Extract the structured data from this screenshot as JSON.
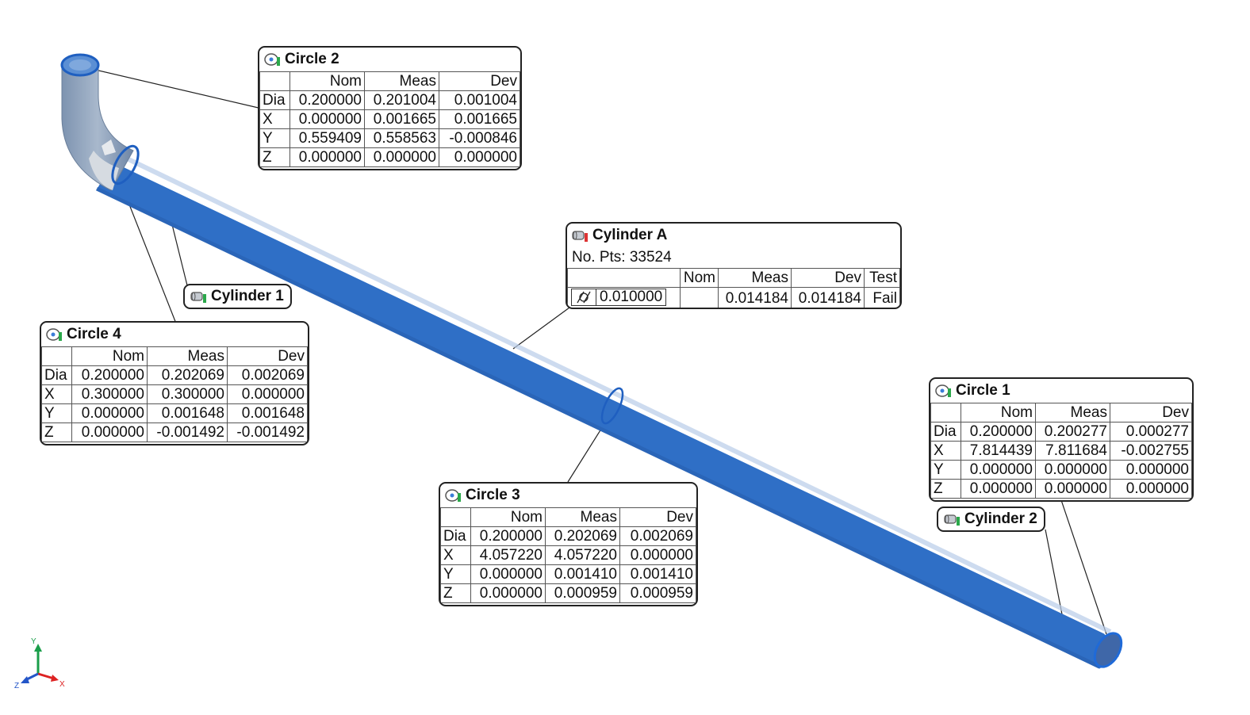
{
  "colors": {
    "pipe": "#5b8fd4",
    "pipe_dark": "#2f6fc6",
    "pipe_light": "#a9c3e4",
    "bare": "#c8cdd3",
    "axis_x": "#d22",
    "axis_y": "#1a9e4a",
    "axis_z": "#2456c8"
  },
  "circle2": {
    "title": "Circle 2",
    "icon": "circle-feature-icon",
    "headers": [
      "",
      "Nom",
      "Meas",
      "Dev"
    ],
    "rows": [
      [
        "Dia",
        "0.200000",
        "0.201004",
        "0.001004"
      ],
      [
        "X",
        "0.000000",
        "0.001665",
        "0.001665"
      ],
      [
        "Y",
        "0.559409",
        "0.558563",
        "-0.000846"
      ],
      [
        "Z",
        "0.000000",
        "0.000000",
        "0.000000"
      ]
    ]
  },
  "cylinderA": {
    "title": "Cylinder A",
    "icon": "cylinder-feature-icon",
    "points": "No. Pts: 33524",
    "headers": [
      "",
      "Nom",
      "Meas",
      "Dev",
      "Test"
    ],
    "fcf_symbol": "cylindricity-icon",
    "row": [
      "0.010000",
      "",
      "0.014184",
      "0.014184",
      "Fail"
    ]
  },
  "cylinder1": {
    "title": "Cylinder 1",
    "icon": "cylinder-feature-icon"
  },
  "cylinder2": {
    "title": "Cylinder 2",
    "icon": "cylinder-feature-icon"
  },
  "circle4": {
    "title": "Circle 4",
    "icon": "circle-feature-icon",
    "headers": [
      "",
      "Nom",
      "Meas",
      "Dev"
    ],
    "rows": [
      [
        "Dia",
        "0.200000",
        "0.202069",
        "0.002069"
      ],
      [
        "X",
        "0.300000",
        "0.300000",
        "0.000000"
      ],
      [
        "Y",
        "0.000000",
        "0.001648",
        "0.001648"
      ],
      [
        "Z",
        "0.000000",
        "-0.001492",
        "-0.001492"
      ]
    ]
  },
  "circle1": {
    "title": "Circle 1",
    "icon": "circle-feature-icon",
    "headers": [
      "",
      "Nom",
      "Meas",
      "Dev"
    ],
    "rows": [
      [
        "Dia",
        "0.200000",
        "0.200277",
        "0.000277"
      ],
      [
        "X",
        "7.814439",
        "7.811684",
        "-0.002755"
      ],
      [
        "Y",
        "0.000000",
        "0.000000",
        "0.000000"
      ],
      [
        "Z",
        "0.000000",
        "0.000000",
        "0.000000"
      ]
    ]
  },
  "circle3": {
    "title": "Circle 3",
    "icon": "circle-feature-icon",
    "headers": [
      "",
      "Nom",
      "Meas",
      "Dev"
    ],
    "rows": [
      [
        "Dia",
        "0.200000",
        "0.202069",
        "0.002069"
      ],
      [
        "X",
        "4.057220",
        "4.057220",
        "0.000000"
      ],
      [
        "Y",
        "0.000000",
        "0.001410",
        "0.001410"
      ],
      [
        "Z",
        "0.000000",
        "0.000959",
        "0.000959"
      ]
    ]
  },
  "triad": {
    "x": "X",
    "y": "Y",
    "z": "Z"
  }
}
